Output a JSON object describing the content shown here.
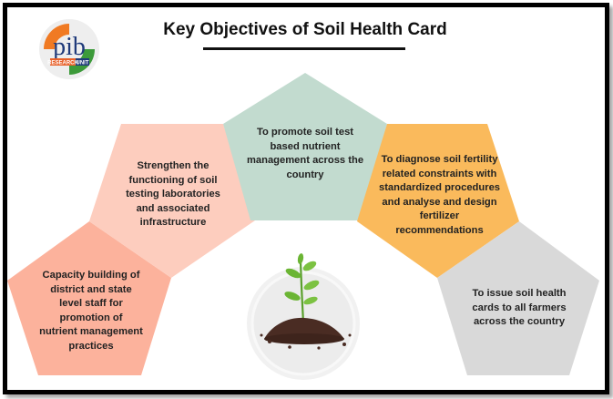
{
  "logo": {
    "text": "pib",
    "subtitle_left": "RESEARCH",
    "subtitle_right": "UNIT"
  },
  "title": "Key Objectives of Soil Health Card",
  "colors": {
    "salmon": "#FCB29C",
    "light_pink": "#FDCDBE",
    "sage_green": "#C2DBCF",
    "orange": "#FABA5C",
    "gray": "#D9D9D9"
  },
  "objectives": [
    {
      "id": "capacity",
      "color": "salmon",
      "text": "Capacity building of district and state level staff for promotion of nutrient management practices",
      "lines": [
        "Capacity building of",
        "district and state",
        "level staff for",
        "promotion of",
        "nutrient management",
        "practices"
      ]
    },
    {
      "id": "labs",
      "color": "light_pink",
      "text": "Strengthen the functioning of soil testing laboratories and associated infrastructure",
      "lines": [
        "Strengthen the",
        "functioning of soil",
        "testing laboratories",
        "and associated",
        "infrastructure"
      ]
    },
    {
      "id": "promote",
      "color": "sage_green",
      "text": "To promote soil test based nutrient management across the country",
      "lines": [
        "To promote soil test",
        "based nutrient",
        "management across the",
        "country"
      ]
    },
    {
      "id": "diagnose",
      "color": "orange",
      "text": "To diagnose soil fertility related constraints with standardized procedures and analyse and design fertilizer recommendations",
      "lines": [
        "To diagnose soil fertility",
        "related constraints with",
        "standardized procedures",
        "and analyse and design",
        "fertilizer",
        "recommendations"
      ]
    },
    {
      "id": "issue",
      "color": "gray",
      "text": "To issue soil health cards to all farmers across the country",
      "lines": [
        "To issue soil health",
        "cards to all farmers",
        "across the country"
      ]
    }
  ],
  "center_image": "seedling-in-soil"
}
